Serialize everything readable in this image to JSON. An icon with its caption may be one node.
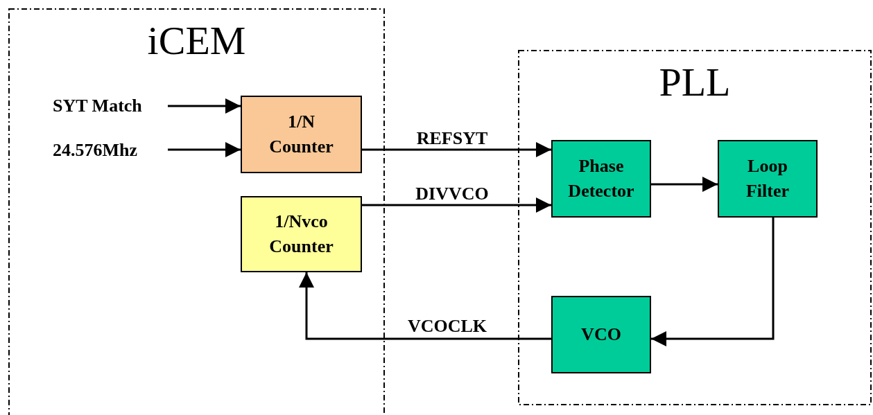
{
  "diagram": {
    "nodes": [
      {
        "text": [
          "iCEM"
        ]
      },
      {
        "text": [
          "PLL"
        ]
      },
      {
        "text": [
          "SYT Match"
        ],
        "in": 0
      },
      {
        "text": [
          "24.576Mhz"
        ],
        "in": 0
      },
      {
        "text": [
          "1/N Counter"
        ],
        "in": 0
      },
      {
        "text": [
          "1/Nvco Counter"
        ],
        "in": 0
      },
      {
        "text": [
          "Phase Detector"
        ],
        "in": 1
      },
      {
        "text": [
          "Loop Filter"
        ],
        "in": 1
      },
      {
        "text": [
          "VCO"
        ],
        "in": 1
      }
    ],
    "edges": [
      {
        "from": 2,
        "to": 4,
        "arrow": "to"
      },
      {
        "from": 3,
        "to": 4,
        "arrow": "to"
      },
      {
        "from": 4,
        "to": 6,
        "arrow": "to",
        "label": "REFSYT"
      },
      {
        "from": 5,
        "to": 6,
        "arrow": "to",
        "label": "DIVVCO"
      },
      {
        "from": 6,
        "to": 7,
        "arrow": "to"
      },
      {
        "from": 7,
        "to": 8,
        "arrow": "to"
      },
      {
        "from": 8,
        "to": 5,
        "arrow": "to",
        "label": "VCOCLK"
      }
    ]
  }
}
